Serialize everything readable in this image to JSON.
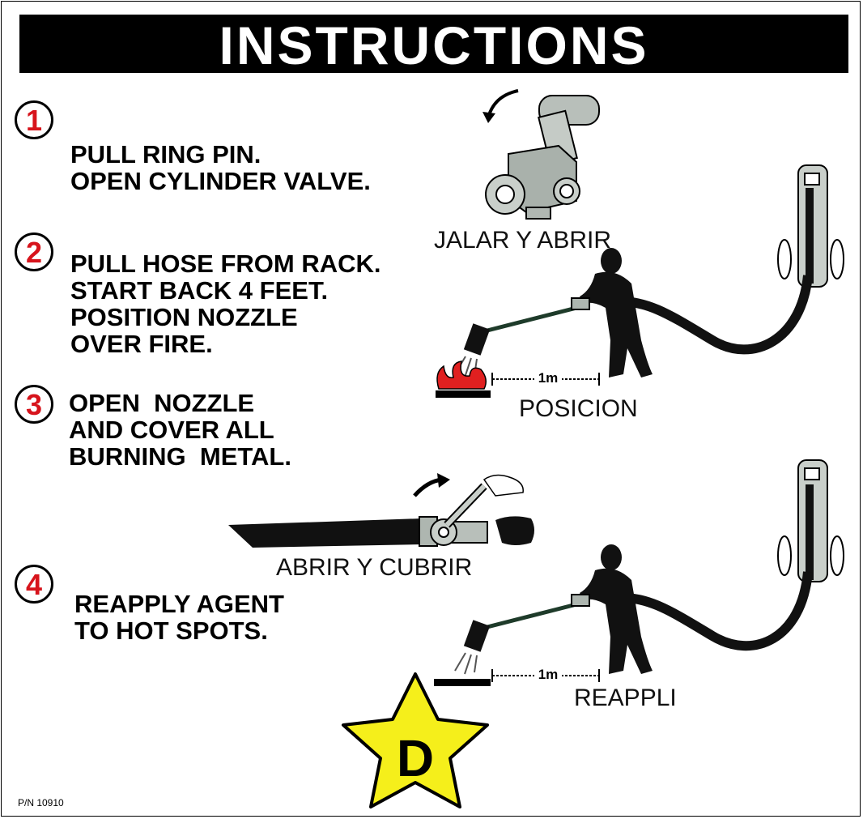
{
  "header": {
    "title": "INSTRUCTIONS"
  },
  "steps": [
    {
      "number": "1",
      "lines": [
        "PULL RING PIN.",
        "OPEN CYLINDER VALVE."
      ]
    },
    {
      "number": "2",
      "lines": [
        "PULL HOSE FROM RACK.",
        "START BACK 4 FEET.",
        "POSITION NOZZLE",
        "OVER FIRE."
      ]
    },
    {
      "number": "3",
      "lines": [
        "OPEN  NOZZLE",
        "AND COVER ALL",
        "BURNING  METAL."
      ]
    },
    {
      "number": "4",
      "lines": [
        "REAPPLY AGENT",
        "TO HOT SPOTS."
      ]
    }
  ],
  "captions": {
    "valve": "JALAR Y ABRIR",
    "position": "POSICION",
    "open": "ABRIR Y CUBRIR",
    "reapply": "REAPPLI"
  },
  "distance_labels": [
    "1m",
    "1m"
  ],
  "class_symbol": {
    "letter": "D",
    "color": "#f5ef1b"
  },
  "part_number": "P/N 10910",
  "colors": {
    "step_number": "#d7141c",
    "flame": "#e02020",
    "hose": "#1a2a1a"
  }
}
